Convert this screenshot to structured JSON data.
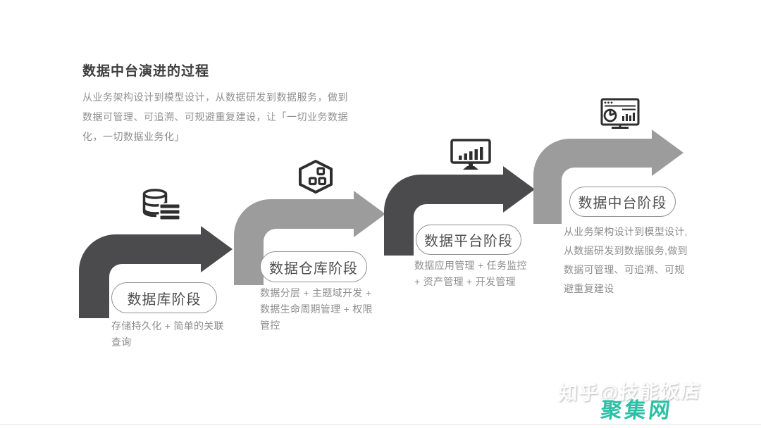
{
  "header": {
    "title": "数据中台演进的过程",
    "subtitle": "从业务架构设计到模型设计，从数据研发到数据服务，做到数据可管理、可追溯、可规避重复建设，让「一切业务数据化，一切数据业务化」"
  },
  "stages": [
    {
      "label": "数据库阶段",
      "description": "存储持久化 + 简单的关联查询",
      "icon": "database-icon",
      "arrow_color": "#4B4B4E"
    },
    {
      "label": "数据仓库阶段",
      "description": "数据分层 + 主题域开发 + 数据生命周期管理 + 权限管控",
      "icon": "hexagon-modules-icon",
      "arrow_color": "#9C9C9C"
    },
    {
      "label": "数据平台阶段",
      "description": "数据应用管理 + 任务监控 + 资产管理 + 开发管理",
      "icon": "monitor-barchart-icon",
      "arrow_color": "#4B4B4E"
    },
    {
      "label": "数据中台阶段",
      "description": "从业务架构设计到模型设计,从数据研发到数据服务,做到数据可管理、可追溯、可规避重复建设",
      "icon": "dashboard-icon",
      "arrow_color": "#9C9C9C"
    }
  ],
  "watermark": {
    "embossed_text": "知乎@技能饭店",
    "site_name": "聚集网",
    "site_color": "#29C1A5"
  },
  "colors": {
    "dark_arrow": "#4B4B4E",
    "light_arrow": "#9C9C9C",
    "title_text": "#3D3D3D",
    "body_gray": "#8F8F8F",
    "pill_text": "#4D4D4D",
    "pill_border": "#909090",
    "icon": "#2E2E2E"
  }
}
